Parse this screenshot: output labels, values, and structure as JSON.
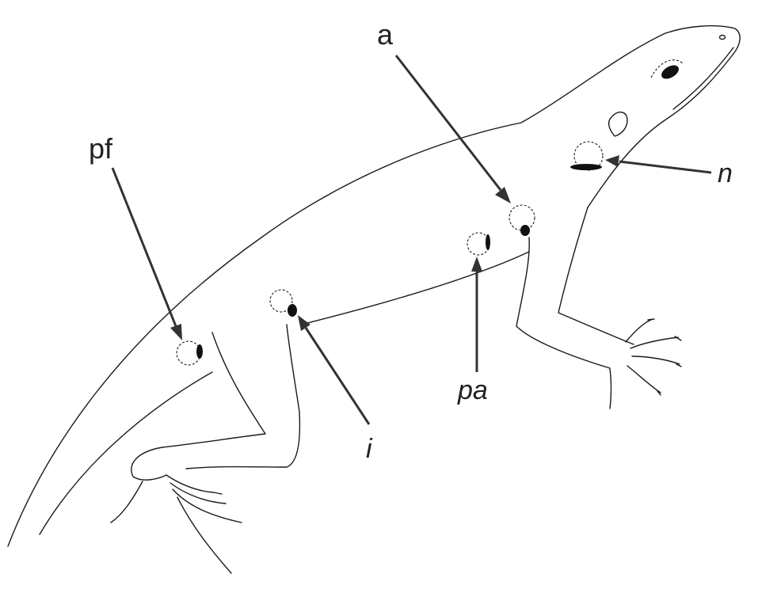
{
  "labels": {
    "a": "a",
    "pf": "pf",
    "n": "n",
    "pa": "pa",
    "i": "i"
  },
  "colors": {
    "line": "#1a1a1a",
    "arrow": "#333333",
    "background": "#ffffff"
  }
}
